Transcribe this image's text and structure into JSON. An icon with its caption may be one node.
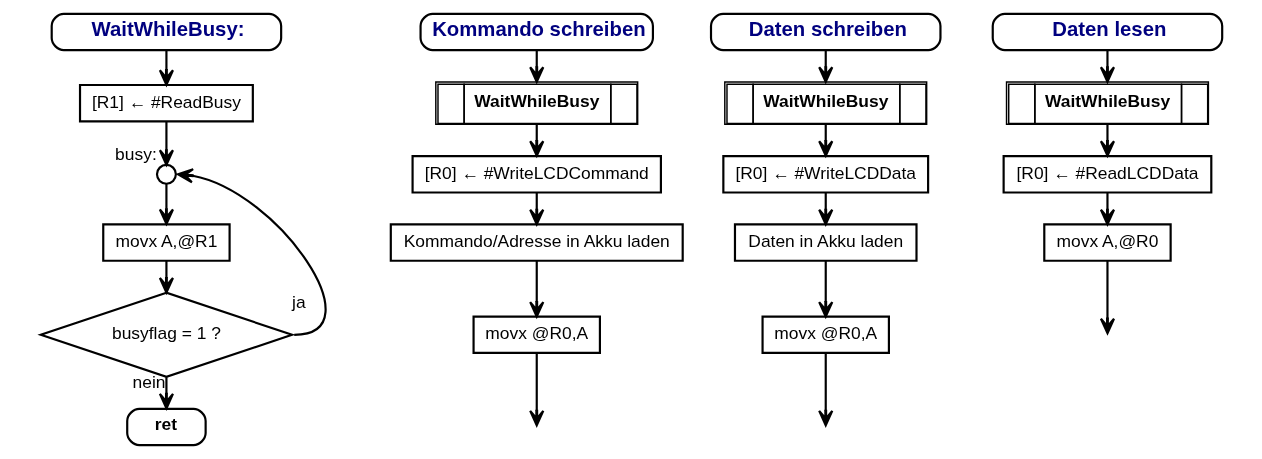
{
  "diagram": {
    "nodes": [
      {
        "text": [
          "WaitWhileBusy:"
        ]
      },
      {
        "text": [
          "[R1] ← #ReadBusy"
        ]
      },
      {
        "text": [],
        "shape": "circle",
        "beside": [
          "busy:"
        ]
      },
      {
        "text": [
          "movx A,@R1"
        ]
      },
      {
        "text": [
          "busyflag = 1 ?"
        ]
      },
      {
        "text": [
          "ret"
        ]
      },
      {
        "text": [
          "Kommando schreiben"
        ]
      },
      {
        "text": [
          "WaitWhileBusy"
        ]
      },
      {
        "text": [
          "[R0] ← #WriteLCDCommand"
        ]
      },
      {
        "text": [
          "Kommando/Adresse in Akku laden"
        ]
      },
      {
        "text": [
          "movx @R0,A"
        ]
      },
      {
        "text": [
          "Daten schreiben"
        ]
      },
      {
        "text": [
          "WaitWhileBusy"
        ]
      },
      {
        "text": [
          "[R0] ← #WriteLCDData"
        ]
      },
      {
        "text": [
          "Daten in Akku laden"
        ]
      },
      {
        "text": [
          "movx @R0,A"
        ]
      },
      {
        "text": [
          "Daten lesen"
        ]
      },
      {
        "text": [
          "WaitWhileBusy"
        ]
      },
      {
        "text": [
          "[R0] ← #ReadLCDData"
        ]
      },
      {
        "text": [
          "movx A,@R0"
        ]
      }
    ],
    "edges": [
      {
        "from": 0,
        "to": 1,
        "arrow": "to"
      },
      {
        "from": 1,
        "to": 2,
        "arrow": "to"
      },
      {
        "from": 2,
        "to": 3,
        "arrow": "to"
      },
      {
        "from": 3,
        "to": 4,
        "arrow": "to"
      },
      {
        "from": 4,
        "to": 2,
        "arrow": "to",
        "label": "ja"
      },
      {
        "from": 4,
        "to": 5,
        "arrow": "to",
        "label": "nein"
      },
      {
        "from": 6,
        "to": 7,
        "arrow": "to"
      },
      {
        "from": 7,
        "to": 8,
        "arrow": "to"
      },
      {
        "from": 8,
        "to": 9,
        "arrow": "to"
      },
      {
        "from": 9,
        "to": 10,
        "arrow": "to"
      },
      {
        "from": 10,
        "to": null,
        "arrow": "to"
      },
      {
        "from": 11,
        "to": 12,
        "arrow": "to"
      },
      {
        "from": 12,
        "to": 13,
        "arrow": "to"
      },
      {
        "from": 13,
        "to": 14,
        "arrow": "to"
      },
      {
        "from": 14,
        "to": 15,
        "arrow": "to"
      },
      {
        "from": 15,
        "to": null,
        "arrow": "to"
      },
      {
        "from": 16,
        "to": 17,
        "arrow": "to"
      },
      {
        "from": 17,
        "to": 18,
        "arrow": "to"
      },
      {
        "from": 18,
        "to": 19,
        "arrow": "to"
      },
      {
        "from": 19,
        "to": null,
        "arrow": "to"
      }
    ]
  }
}
